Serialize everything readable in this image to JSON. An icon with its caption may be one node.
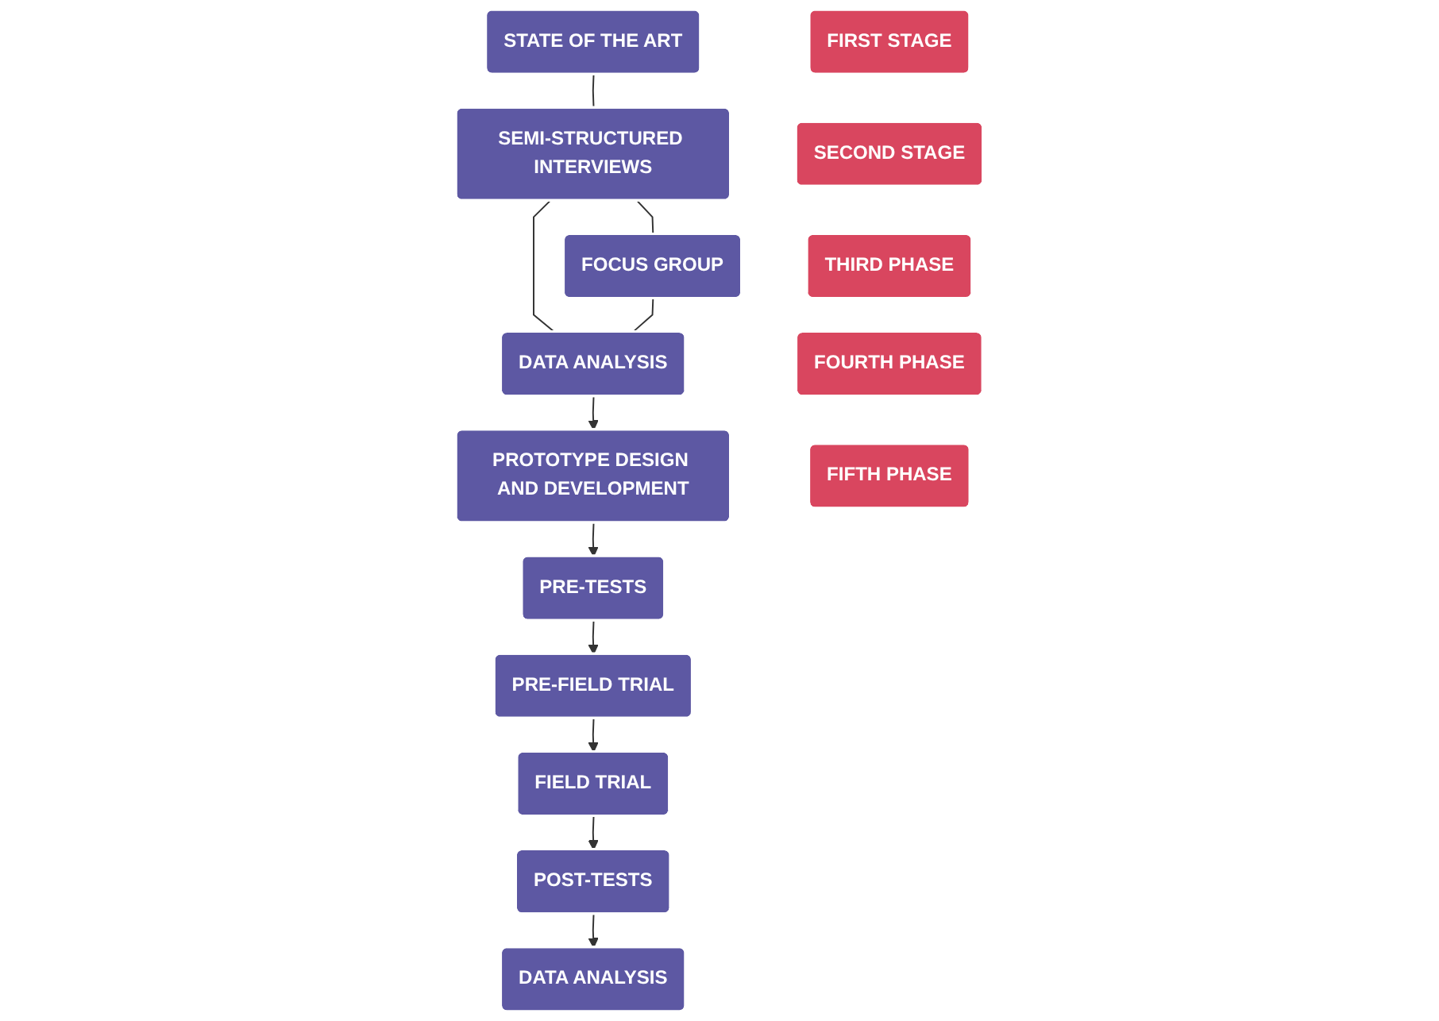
{
  "diagram": {
    "nodes": [
      {
        "text": [
          "FIRST STAGE"
        ]
      },
      {
        "text": [
          "STATE OF THE ART"
        ]
      },
      {
        "text": [
          "SEMI-STRUCTURED INTERVIEWS"
        ]
      },
      {
        "text": [
          "SECOND STAGE"
        ]
      },
      {
        "text": [
          "DATA ANALYSIS"
        ]
      },
      {
        "text": [
          "FOCUS GROUP"
        ]
      },
      {
        "text": [
          "THIRD PHASE"
        ]
      },
      {
        "text": [
          "PROTOTYPE DESIGN AND DEVELOPMENT"
        ]
      },
      {
        "text": [
          "PRE-TESTS"
        ]
      },
      {
        "text": [
          "FOURTH PHASE"
        ]
      },
      {
        "text": [
          "PRE-FIELD TRIAL"
        ]
      },
      {
        "text": [
          "FIELD TRIAL"
        ]
      },
      {
        "text": [
          "POST-TESTS"
        ]
      },
      {
        "text": [
          "FIFTH PHASE"
        ]
      },
      {
        "text": [
          "DATA ANALYSIS"
        ]
      }
    ],
    "edges": [
      {
        "from": 1,
        "to": 2,
        "arrow": "none"
      },
      {
        "from": 2,
        "to": 5,
        "arrow": "none"
      },
      {
        "from": 2,
        "to": 4,
        "arrow": "none"
      },
      {
        "from": 5,
        "to": 4,
        "arrow": "none"
      },
      {
        "from": 4,
        "to": 7,
        "arrow": "to"
      },
      {
        "from": 7,
        "to": 8,
        "arrow": "to"
      },
      {
        "from": 8,
        "to": 10,
        "arrow": "to"
      },
      {
        "from": 10,
        "to": 11,
        "arrow": "to"
      },
      {
        "from": 11,
        "to": 12,
        "arrow": "to"
      },
      {
        "from": 12,
        "to": 14,
        "arrow": "to"
      }
    ]
  }
}
